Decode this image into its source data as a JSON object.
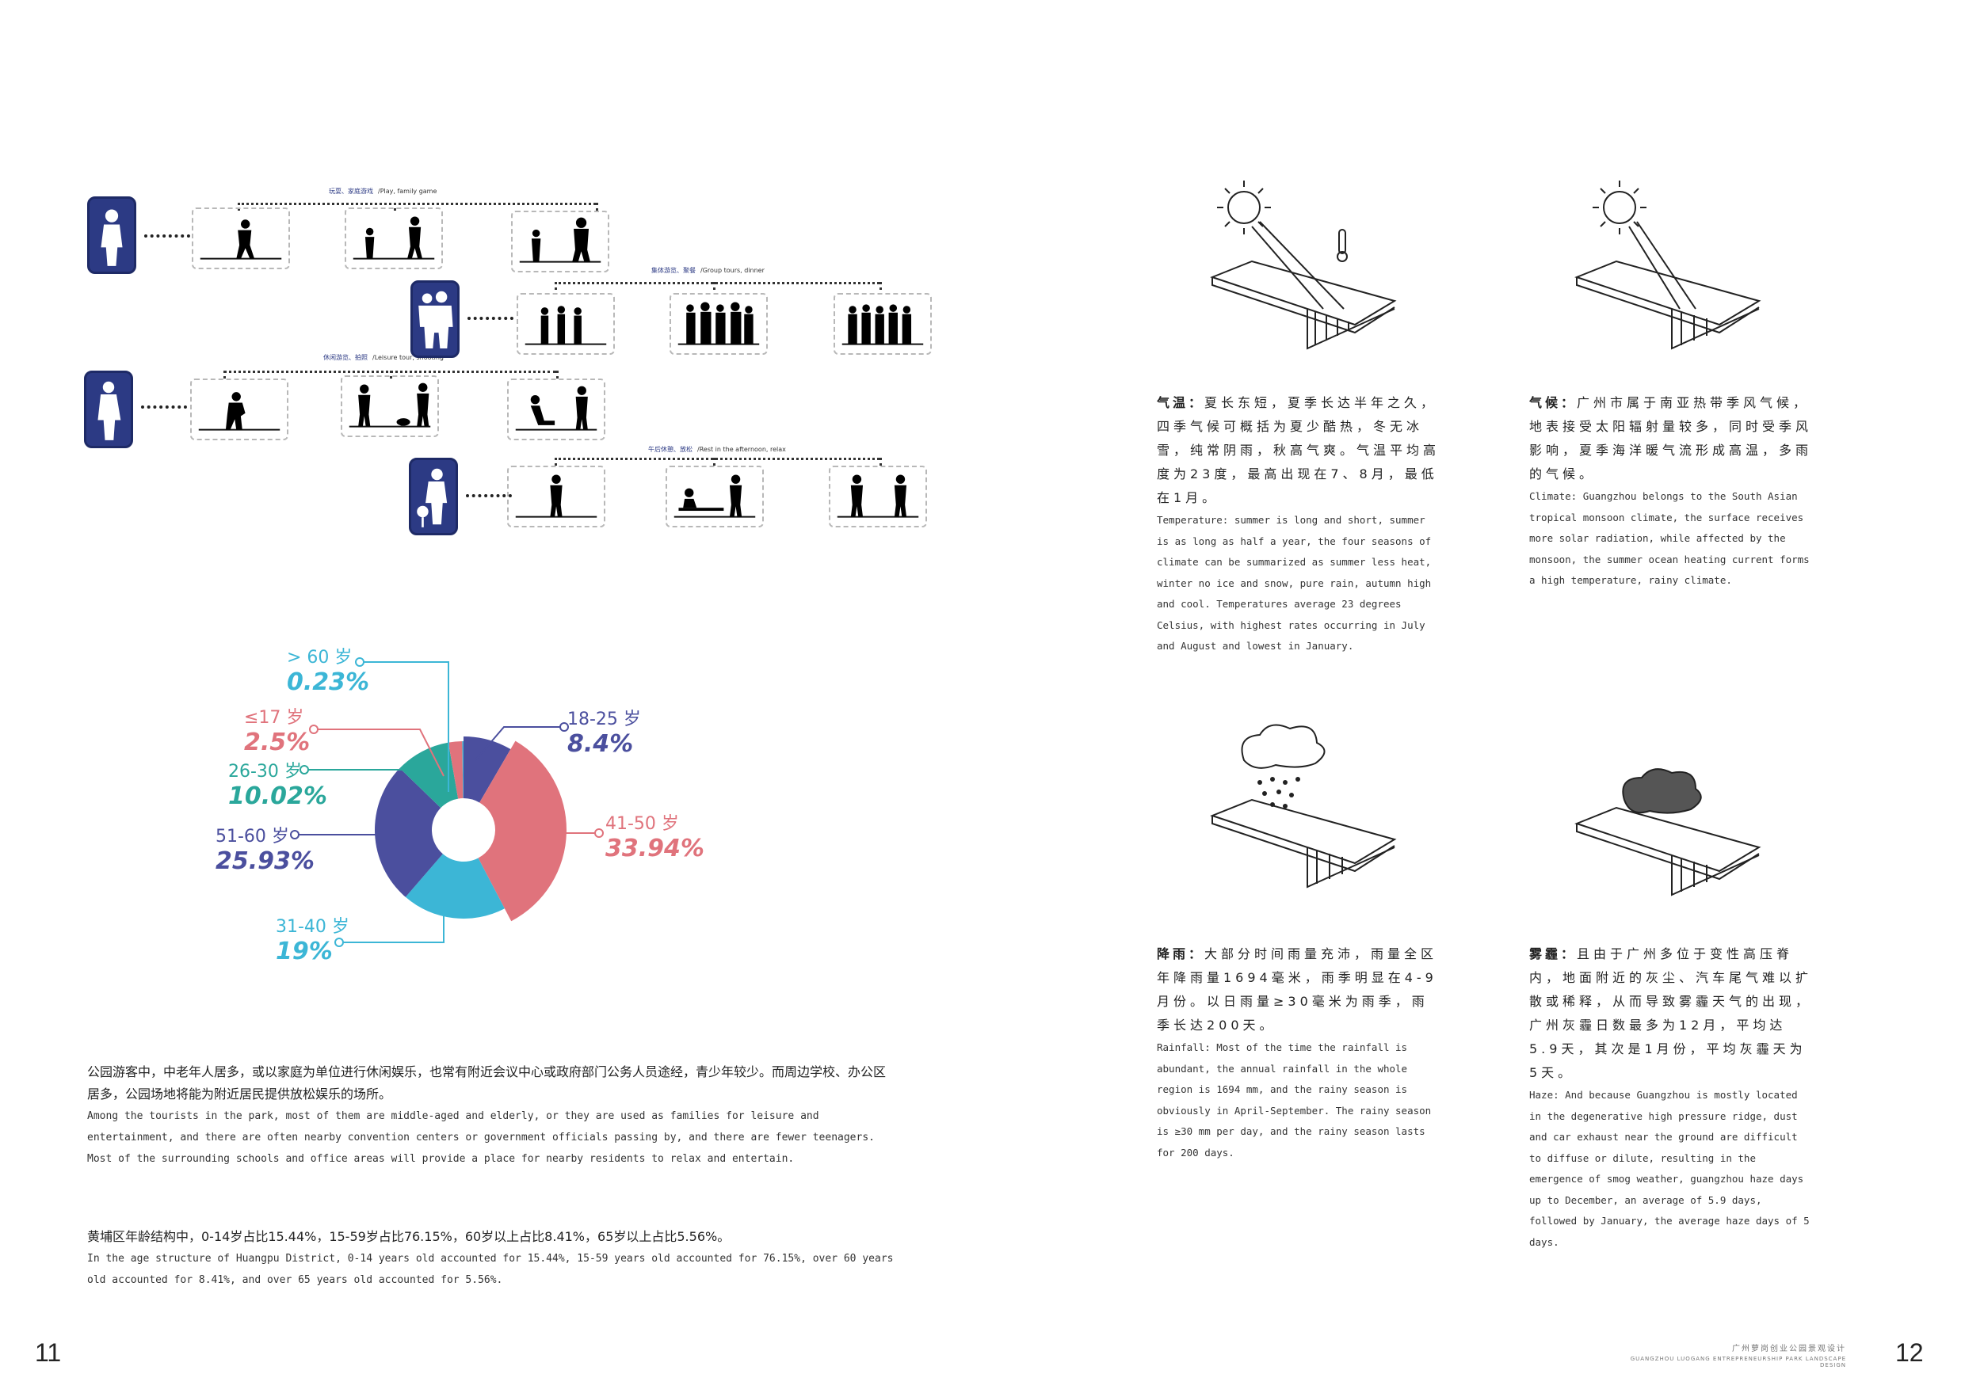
{
  "left_page": {
    "activity_diagram": {
      "captions": [
        {
          "cn": "玩耍、家庭游戏",
          "en": "/Play, family game"
        },
        {
          "cn": "集体游览、聚餐",
          "en": "/Group tours, dinner"
        },
        {
          "cn": "休闲游览、拍照",
          "en": "/Leisure tour, shooting"
        },
        {
          "cn": "午后休憩、放松",
          "en": "/Rest in the afternoon, relax"
        }
      ]
    },
    "age_chart": {
      "segments": [
        {
          "label": "> 60 岁",
          "value": "0.23%",
          "color": "#3cb6d6"
        },
        {
          "label": "≤17 岁",
          "value": "2.5%",
          "color": "#e0737c"
        },
        {
          "label": "26-30 岁",
          "value": "10.02%",
          "color": "#2aa79b"
        },
        {
          "label": "51-60 岁",
          "value": "25.93%",
          "color": "#4b4f9e"
        },
        {
          "label": "31-40 岁",
          "value": "19%",
          "color": "#3cb6d6"
        },
        {
          "label": "18-25 岁",
          "value": "8.4%",
          "color": "#4b4f9e"
        },
        {
          "label": "41-50 岁",
          "value": "33.94%",
          "color": "#e0737c"
        }
      ]
    },
    "para1_cn": "公园游客中，中老年人居多，或以家庭为单位进行休闲娱乐，也常有附近会议中心或政府部门公务人员途经，青少年较少。而周边学校、办公区居多，公园场地将能为附近居民提供放松娱乐的场所。",
    "para1_en": "Among the tourists in the park, most of them are middle-aged and elderly, or they are used as families for leisure and entertainment, and there are often nearby convention centers or government officials passing by, and there are fewer teenagers. Most of the surrounding schools and office areas will provide a place for nearby residents to relax and entertain.",
    "para2_cn": "黄埔区年龄结构中，0-14岁占比15.44%，15-59岁占比76.15%，60岁以上占比8.41%，65岁以上占比5.56%。",
    "para2_en": "In the age structure of Huangpu District, 0-14 years old accounted for 15.44%, 15-59 years old accounted for 76.15%, over 60 years old accounted for 8.41%, and over 65 years old accounted for 5.56%.",
    "page_number": "11"
  },
  "right_page": {
    "temperature": {
      "title": "气温：",
      "cn": "夏长东短，夏季长达半年之久，四季气候可概括为夏少酷热，冬无冰雪，纯常阴雨，秋高气爽。气温平均高度为23度，最高出现在7、8月，最低在1月。",
      "en": "Temperature: summer is long and short, summer is as long as half a year, the four seasons of climate can be summarized as summer less heat, winter no ice and snow, pure rain, autumn high and cool. Temperatures average 23 degrees Celsius, with highest rates occurring in July and August and lowest in January."
    },
    "climate": {
      "title": "气候：",
      "cn": "广州市属于南亚热带季风气候，地表接受太阳辐射量较多，同时受季风影响，夏季海洋暖气流形成高温，多雨的气候。",
      "en": "Climate: Guangzhou belongs to the South Asian tropical monsoon climate, the surface receives more solar radiation, while affected by the monsoon, the summer ocean heating current forms a high temperature, rainy climate."
    },
    "rainfall": {
      "title": "降雨：",
      "cn": "大部分时间雨量充沛，雨量全区年降雨量1694毫米，雨季明显在4-9月份。以日雨量≥30毫米为雨季，雨季长达200天。",
      "en": "Rainfall: Most of the time the rainfall is abundant, the annual rainfall in the whole region is 1694 mm, and the rainy season is obviously in April-September. The rainy season is ≥30 mm per day, and the rainy season lasts for 200 days."
    },
    "haze": {
      "title": "雾霾：",
      "cn": "且由于广州多位于变性高压脊内，地面附近的灰尘、汽车尾气难以扩散或稀释，从而导致雾霾天气的出现，广州灰霾日数最多为12月，平均达5.9天，其次是1月份，平均灰霾天为5天。",
      "en": "Haze: And because Guangzhou is mostly located in the degenerative high pressure ridge, dust and car exhaust near the ground are difficult to diffuse or dilute, resulting in the emergence of smog weather, guangzhou haze days up to December, an average of 5.9 days, followed by January, the average haze days of 5 days."
    },
    "footer_cn": "广州萝岗创业公园景观设计",
    "footer_en": "GUANGZHOU LUOGANG ENTREPRENEURSHIP PARK LANDSCAPE DESIGN",
    "page_number": "12"
  }
}
